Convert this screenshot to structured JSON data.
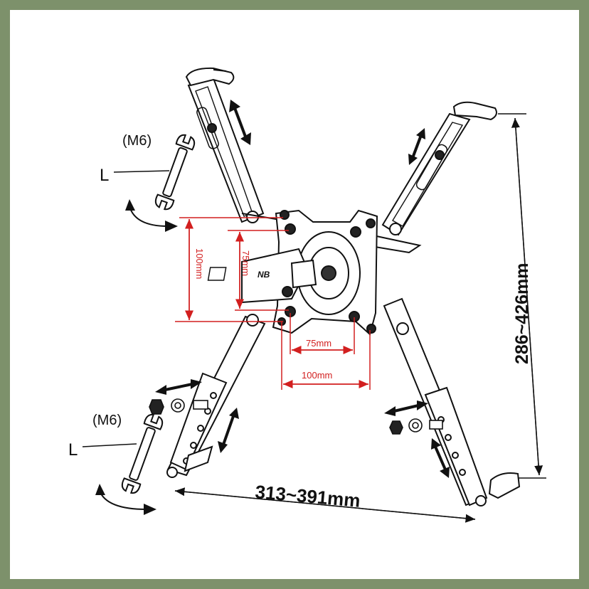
{
  "diagram": {
    "wrench_size_top": "(M6)",
    "wrench_size_bottom": "(M6)",
    "wrench_label_top": "L",
    "wrench_label_bottom": "L",
    "vesa_vertical_large": "100mm",
    "vesa_vertical_small": "75mm",
    "vesa_horizontal_small": "75mm",
    "vesa_horizontal_large": "100mm",
    "height_range": "286~426mm",
    "width_range": "313~391mm",
    "logo_text": "NB"
  },
  "colors": {
    "frame_border": "#7d916b",
    "line": "#111111",
    "dimension_red": "#d21f1f",
    "background": "#ffffff"
  },
  "icons": [
    "wrench-icon",
    "rotate-arrow-icon",
    "adjust-arrow-icon",
    "bolt-icon",
    "washer-icon"
  ]
}
